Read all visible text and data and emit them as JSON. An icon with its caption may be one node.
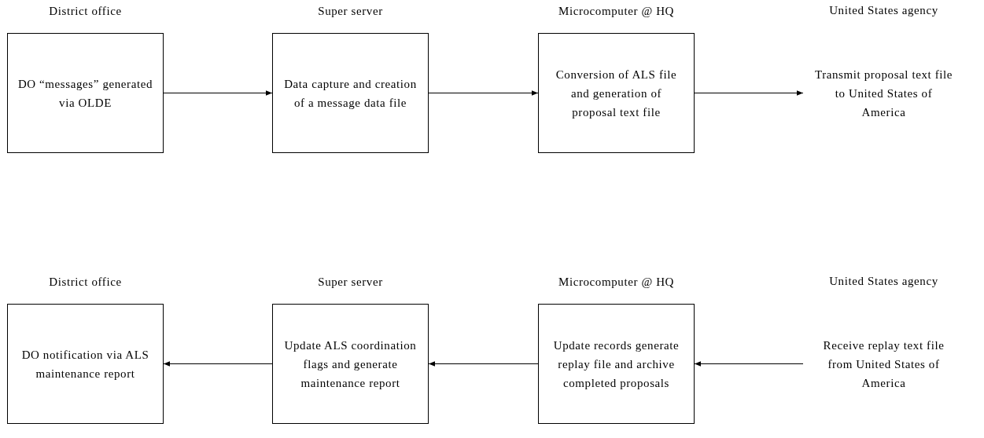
{
  "diagram": {
    "nodes": [
      {
        "text": [
          "District office",
          "DO “messages” generated via OLDE"
        ]
      },
      {
        "text": [
          "Super server",
          "Data capture and creation of a message data file"
        ]
      },
      {
        "text": [
          "Microcomputer @ HQ",
          "Conversion of ALS file and generation of proposal text file"
        ]
      },
      {
        "text": [
          "United States agency",
          "Transmit proposal text file to United States of America"
        ]
      },
      {
        "text": [
          "District office",
          "DO notification via ALS maintenance report"
        ]
      },
      {
        "text": [
          "Super server",
          "Update ALS coordination flags and generate maintenance report"
        ]
      },
      {
        "text": [
          "Microcomputer @ HQ",
          "Update records generate replay file and archive completed proposals"
        ]
      },
      {
        "text": [
          "United States agency",
          "Receive replay text file from United States of America"
        ]
      }
    ],
    "edges": [
      {
        "from": 0,
        "to": 1,
        "arrow": "to"
      },
      {
        "from": 1,
        "to": 2,
        "arrow": "to"
      },
      {
        "from": 2,
        "to": 3,
        "arrow": "to"
      },
      {
        "from": 7,
        "to": 6,
        "arrow": "to"
      },
      {
        "from": 6,
        "to": 5,
        "arrow": "to"
      },
      {
        "from": 5,
        "to": 4,
        "arrow": "to"
      }
    ]
  }
}
